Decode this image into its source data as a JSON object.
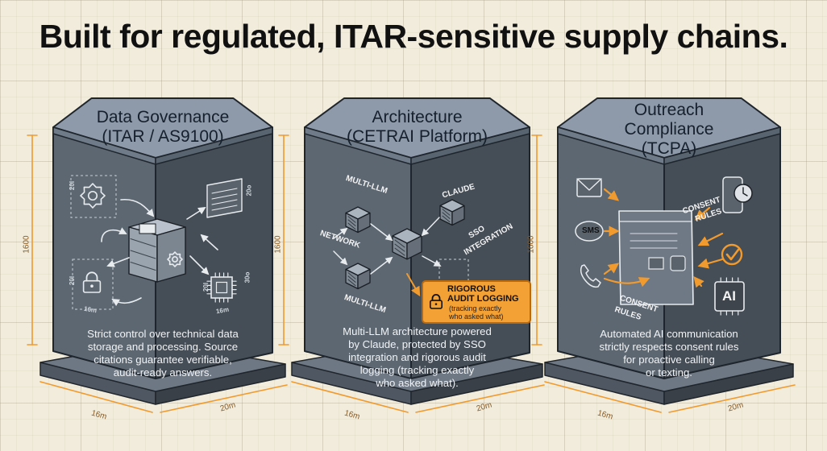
{
  "title": "Built for regulated, ITAR-sensitive supply chains.",
  "pillars": [
    {
      "title_lines": [
        "Data Governance",
        "(ITAR / AS9100)"
      ],
      "description_lines": [
        "Strict control over technical data",
        "storage and processing. Source",
        "citations guarantee verifiable,",
        "audit-ready answers."
      ],
      "height_label": "1600",
      "depth_label": "16m",
      "width_label": "20m",
      "diagram_labels": [
        "20I",
        "20o",
        "20I",
        "20I",
        "30o",
        "16m",
        "16m"
      ]
    },
    {
      "title_lines": [
        "Architecture",
        "(CETRAI Platform)"
      ],
      "description_lines": [
        "Multi-LLM architecture powered",
        "by Claude, protected by SSO",
        "integration and rigorous audit",
        "logging (tracking exactly",
        "who asked what)."
      ],
      "height_label": "1600",
      "depth_label": "16m",
      "width_label": "20m",
      "diagram_labels": [
        "MULTI-LLM",
        "CLAUDE",
        "NETWORK",
        "SSO",
        "INTEGRATION",
        "MULTI-LLM"
      ],
      "callout": {
        "title_lines": [
          "RIGOROUS",
          "AUDIT LOGGING"
        ],
        "sub_lines": [
          "(tracking exactly",
          "who asked what)"
        ]
      }
    },
    {
      "title_lines": [
        "Outreach",
        "Compliance",
        "(TCPA)"
      ],
      "description_lines": [
        "Automated AI communication",
        "strictly respects consent rules",
        "for proactive calling",
        "or texting."
      ],
      "height_label": "1600",
      "depth_label": "16m",
      "width_label": "20m",
      "diagram_labels": [
        "CONSENT",
        "RULES",
        "CONSENT",
        "RULES",
        "SMS",
        "AI"
      ]
    }
  ],
  "colors": {
    "pillar_left": "#5d6772",
    "pillar_right": "#454d56",
    "pillar_top": "#8e9aaa",
    "accent_orange": "#f19a2e",
    "background": "#f2ecdc"
  },
  "icons": [
    "gear-icon",
    "server-icon",
    "document-icon",
    "padlock-icon",
    "chip-icon",
    "envelope-icon",
    "sms-bubble-icon",
    "phone-icon",
    "smartphone-icon",
    "clock-icon",
    "checkmark-icon",
    "ai-chip-icon",
    "browser-window-icon"
  ]
}
